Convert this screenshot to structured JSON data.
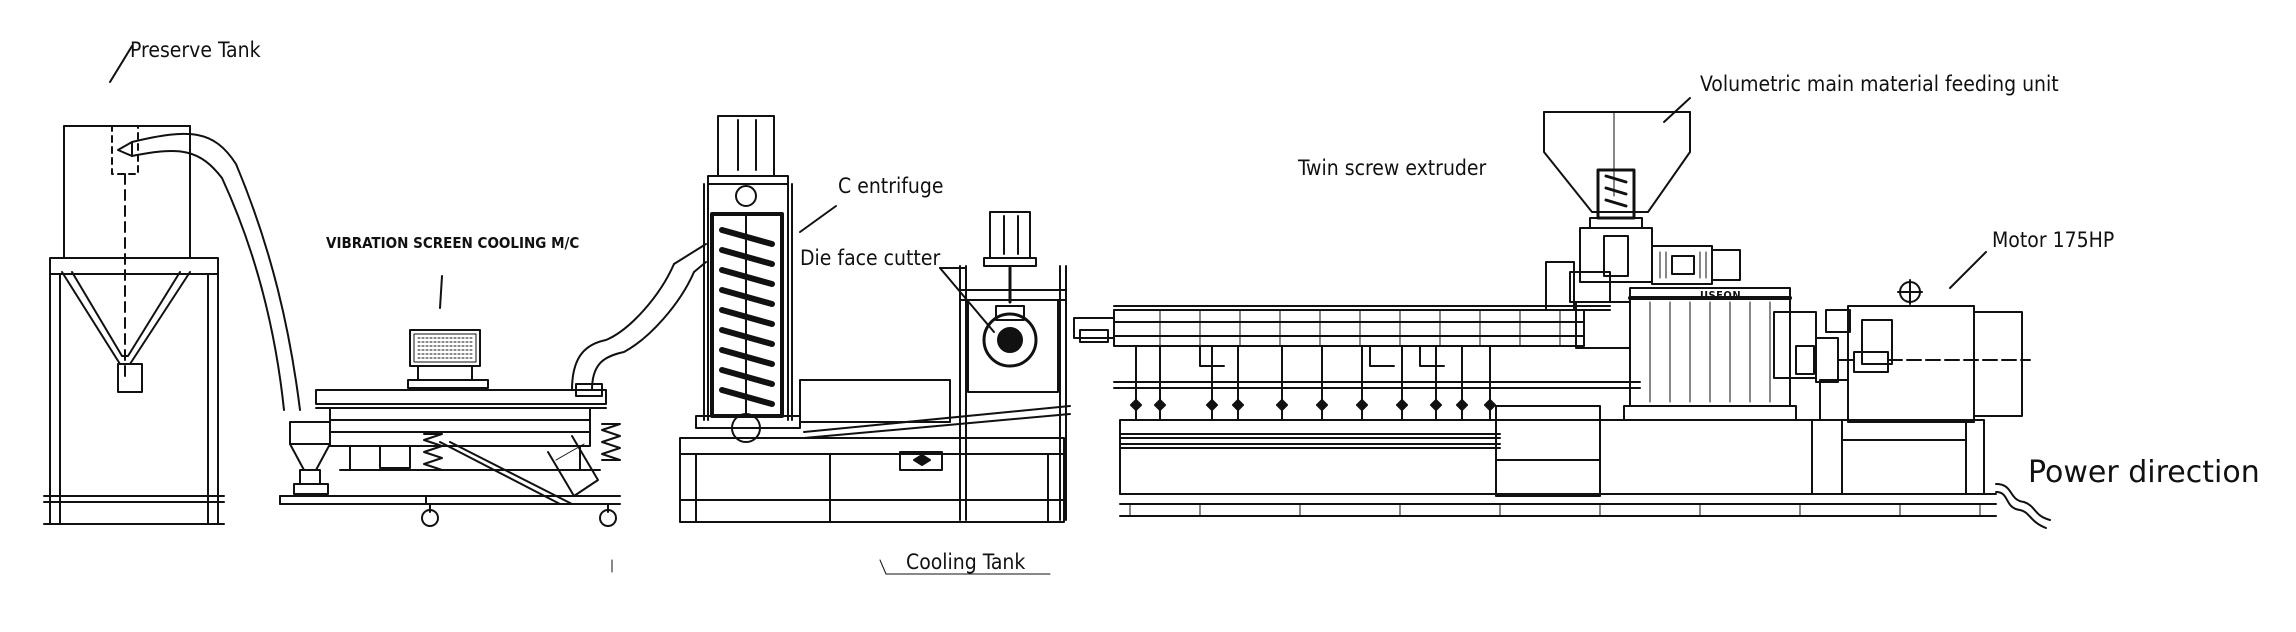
{
  "labels": {
    "preserve_tank": "Preserve Tank",
    "vibration_screen": "VIBRATION SCREEN COOLING M/C",
    "centrifuge": "C entrifuge",
    "die_face_cutter": "Die face cutter",
    "twin_screw_extruder": "Twin screw extruder",
    "volumetric_feeder": "Volumetric main material feeding unit",
    "motor": "Motor 175HP",
    "cooling_tank": "Cooling Tank",
    "power_direction": "Power direction",
    "brand_mark": "USEON"
  },
  "colors": {
    "line": "#111111",
    "background": "#ffffff"
  }
}
